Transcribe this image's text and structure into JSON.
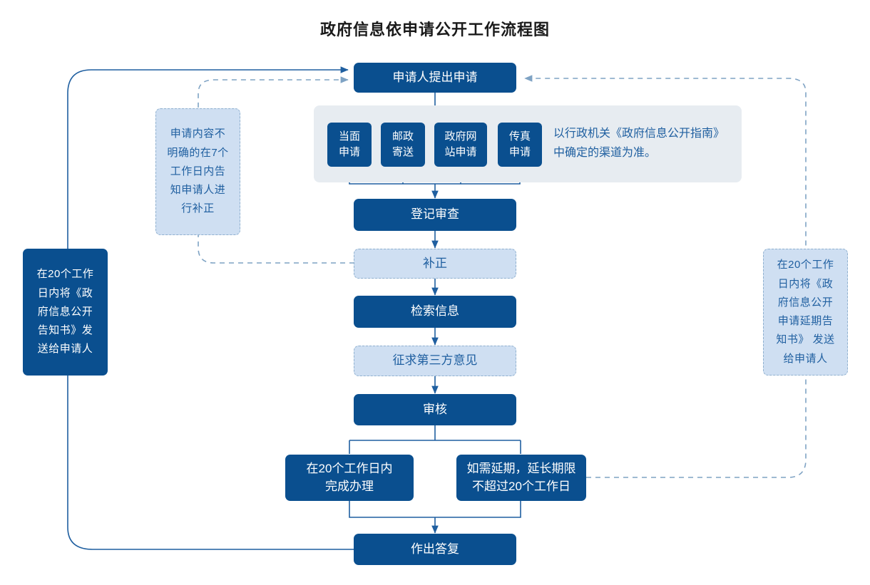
{
  "page": {
    "title": "政府信息依申请公开工作流程图",
    "colors": {
      "solid_box": "#0a4f8f",
      "light_box": "#cfdff2",
      "light_box_text": "#1f5fa0",
      "panel_bg": "#e7ecf1",
      "connector": "#1f5fa0",
      "background": "#ffffff"
    }
  },
  "flow": {
    "start": {
      "label": "申请人提出申请"
    },
    "channels_panel": {
      "items": [
        {
          "label": "当面\n申请"
        },
        {
          "label": "邮政\n寄送"
        },
        {
          "label": "政府网\n站申请"
        },
        {
          "label": "传真\n申请"
        }
      ],
      "note": "以行政机关《政府信息公开指南》\n中确定的渠道为准。"
    },
    "steps": [
      {
        "label": "登记审查",
        "style": "solid"
      },
      {
        "label": "补正",
        "style": "light"
      },
      {
        "label": "检索信息",
        "style": "solid"
      },
      {
        "label": "征求第三方意见",
        "style": "light"
      },
      {
        "label": "审核",
        "style": "solid"
      }
    ],
    "branches": [
      {
        "label": "在20个工作日内\n完成办理",
        "style": "solid"
      },
      {
        "label": "如需延期，延长期限\n不超过20个工作日",
        "style": "solid"
      }
    ],
    "end": {
      "label": "作出答复"
    }
  },
  "notes": {
    "left_light": "申请内容不\n明确的在7个\n工作日内告\n知申请人进\n行补正",
    "left_solid": "在20个工作\n日内将《政\n府信息公开\n告知书》发\n送给申请人",
    "right_light": "在20个工作\n日内将《政\n府信息公开\n申请延期告\n知书》 发送\n给申请人"
  }
}
